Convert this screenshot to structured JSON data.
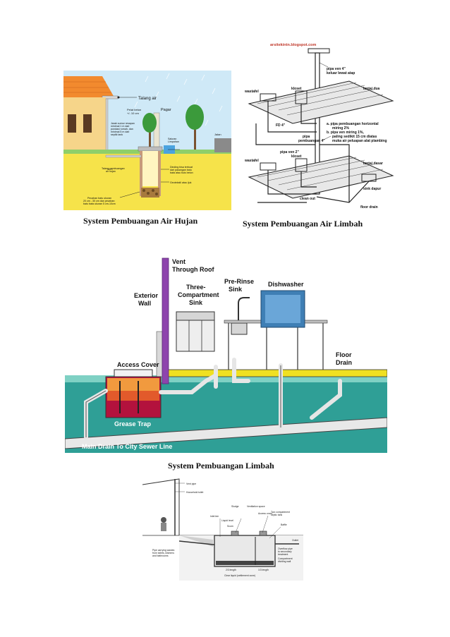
{
  "captions": {
    "hujan": "System Pembuangan Air Hujan",
    "limbah_air": "System Pembuangan Air Limbah",
    "limbah": "System Pembuangan Limbah"
  },
  "fig_hujan": {
    "labels": {
      "talang_air": "Talang air",
      "pelat_beton": "Pelat beton",
      "pelat_beton_2": "+/- 10 cm",
      "pagar": "Pagar",
      "jalan": "Jalan",
      "saluran": "Saluran",
      "limpahan": "Limpahan",
      "jarak_1": "Jarak sumur resapan",
      "jarak_2": "minimal 1 m dari",
      "jarak_3": "pondasi rumah, dan",
      "jarak_4": "minimal 5 m dari",
      "jarak_5": "septik tank",
      "talang_pembuangan_1": "Talang pembuangan",
      "talang_pembuangan_2": "air hujan",
      "dinding_1": "Dinding bisa terbuat",
      "dinding_2": "dari pasangan batu",
      "dinding_3": "bata atau buis beton",
      "geotekstil": "Geotekstil atau ijuk",
      "pecahan_1": "Pecahan batu ukuran",
      "pecahan_2": "20 cm - 30 cm dan pecahan",
      "pecahan_3": "batu bata ukuran 5 cm-10cm"
    }
  },
  "fig_limbah_air": {
    "labels": {
      "blog": "arsitekintn.blogspot.com",
      "pipa_ven_1": "pipa ven 4\"",
      "pipa_ven_2": "keluar lewat atap",
      "lantai_dua": "lantai dua",
      "wastafel_top": "wastafel",
      "kloset_top": "kloset",
      "fd": "FD 4\"",
      "pipa_pembuangan_1": "pipa",
      "pipa_pembuangan_2": "pembuangan 4\"",
      "note_a1": "a. pipa pembuangan horizontal",
      "note_a2": "miring 2%",
      "note_b1": "b. pipa ven miring 1%,",
      "note_b2": "paling sedikit 15 cm diatas",
      "note_b3": "muka air peluapan alat plambing",
      "pipa_ven_2in": "pipa ven 2\"",
      "wastafel_bottom": "wastafel",
      "kloset_bottom": "kloset",
      "lantai_dasar": "lantai dasar",
      "sink_dapur": "sink dapur",
      "clean_out": "clean out",
      "floor_drain": "floor drain"
    }
  },
  "fig_limbah": {
    "labels": {
      "vent_1": "Vent",
      "vent_2": "Through Roof",
      "exterior_1": "Exterior",
      "exterior_2": "Wall",
      "three_1": "Three-",
      "three_2": "Compartment",
      "three_3": "Sink",
      "prerinse_1": "Pre-Rinse",
      "prerinse_2": "Sink",
      "dishwasher": "Dishwasher",
      "access_cover": "Access Cover",
      "floor_1": "Floor",
      "floor_2": "Drain",
      "grease_trap": "Grease Trap",
      "main_drain": "Main Drain To City Sewer Line"
    }
  },
  "fig_septic": {
    "labels": {
      "vent_pipe": "Vent pipe",
      "household_toilet": "Household toilet",
      "inlet_tee": "Inlet tee",
      "sludge": "Sludge",
      "ventilation_space": "Ventilation space",
      "liquid_level": "Liquid level",
      "scum": "Scum",
      "access_cover": "Access cover",
      "two_compartment_1": "Two compartment",
      "two_compartment_2": "septic tank",
      "baffle": "Baffle",
      "outlet": "Outlet",
      "pipe_1": "Pipe carrying wastes",
      "pipe_2": "from toilets, kitchens",
      "pipe_3": "and bathrooms",
      "overflow_1": "Overflow pipe",
      "overflow_2": "to secondary",
      "overflow_3": "treatment",
      "compartment_1": "Compartment",
      "compartment_2": "dividing wall",
      "length_23": "2/3 length",
      "length_13": "1/3 length",
      "clear_liquid": "Clear liquid (settlement zone)"
    }
  }
}
